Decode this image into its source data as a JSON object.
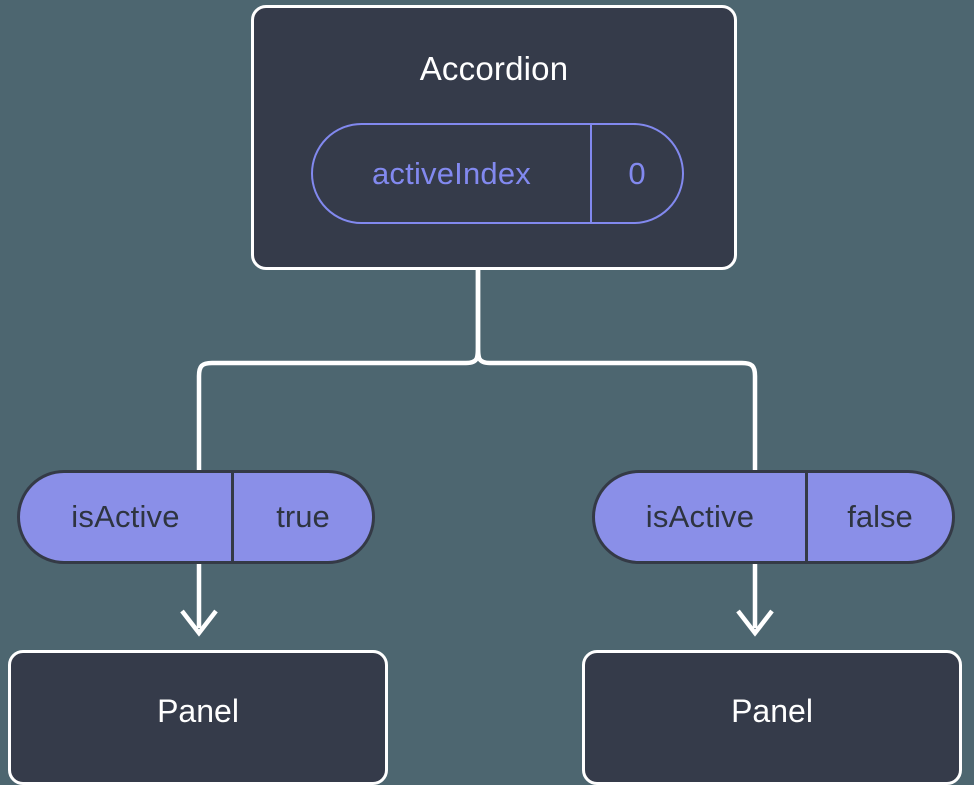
{
  "diagram": {
    "title_text": "Accordion",
    "background_color": "#4d6670",
    "card_color": "#353b4a",
    "pill_accent_color": "#8a8fe8",
    "outline_accent_color": "#8289ef",
    "stroke_color": "#ffffff"
  },
  "root_node": {
    "label": "Accordion",
    "state_pill": {
      "key": "activeIndex",
      "value": "0"
    }
  },
  "branches": [
    {
      "prop_pill": {
        "key": "isActive",
        "value": "true"
      },
      "child": {
        "label": "Panel"
      }
    },
    {
      "prop_pill": {
        "key": "isActive",
        "value": "false"
      },
      "child": {
        "label": "Panel"
      }
    }
  ]
}
